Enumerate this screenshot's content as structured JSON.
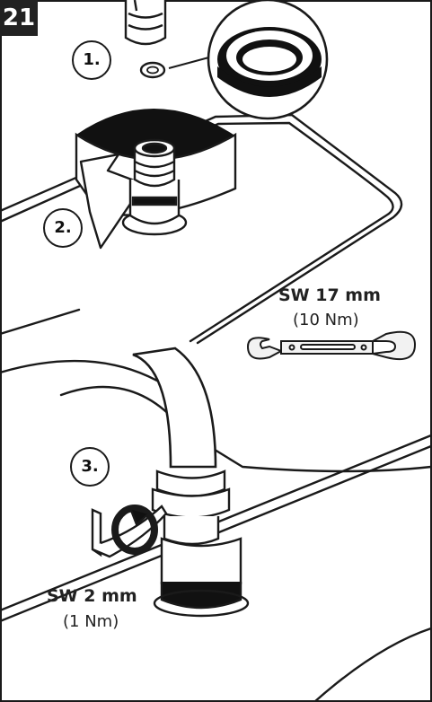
{
  "figure_number": "21",
  "steps": {
    "step1": "1.",
    "step2": "2.",
    "step3": "3."
  },
  "wrench_spec": {
    "size": "SW 17 mm",
    "torque": "(10 Nm)"
  },
  "hex_key_spec": {
    "size": "SW 2 mm",
    "torque": "(1 Nm)"
  },
  "colors": {
    "ink": "#1a1a1a",
    "badge": "#222222",
    "tool_fill": "#f2f2f2"
  }
}
